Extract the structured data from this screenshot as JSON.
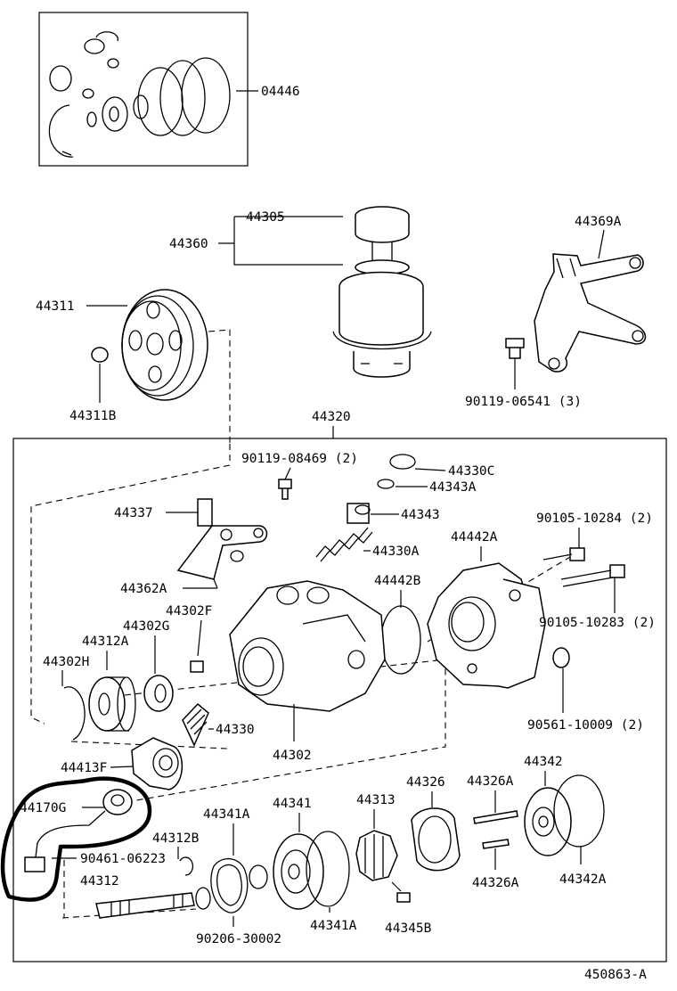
{
  "labels": {
    "p04446": "04446",
    "p44305": "44305",
    "p44360": "44360",
    "p44369A": "44369A",
    "p44311": "44311",
    "p44311B": "44311B",
    "p90119_06541": "90119-06541 (3)",
    "p44320": "44320",
    "p90119_08469": "90119-08469 (2)",
    "p44330C": "44330C",
    "p44343A": "44343A",
    "p44343": "44343",
    "p44337": "44337",
    "p90105_10284": "90105-10284 (2)",
    "p44442A": "44442A",
    "p44330A": "44330A",
    "p44442B": "44442B",
    "p44362A": "44362A",
    "p44302F": "44302F",
    "p90105_10283": "90105-10283 (2)",
    "p44302G": "44302G",
    "p44312A": "44312A",
    "p44302H": "44302H",
    "p90561_10009": "90561-10009 (2)",
    "p44330": "44330",
    "p44302": "44302",
    "p44413F": "44413F",
    "p44342": "44342",
    "p44313": "44313",
    "p44326": "44326",
    "p44326A_top": "44326A",
    "p44341": "44341",
    "p44341A_top": "44341A",
    "p44170G": "44170G",
    "p44312B": "44312B",
    "p90461_06223": "90461-06223",
    "p44312": "44312",
    "p44326A_bot": "44326A",
    "p44342A": "44342A",
    "p90206_30002": "90206-30002",
    "p44341A_bot": "44341A",
    "p44345B": "44345B"
  },
  "figure_id": "450863-A"
}
